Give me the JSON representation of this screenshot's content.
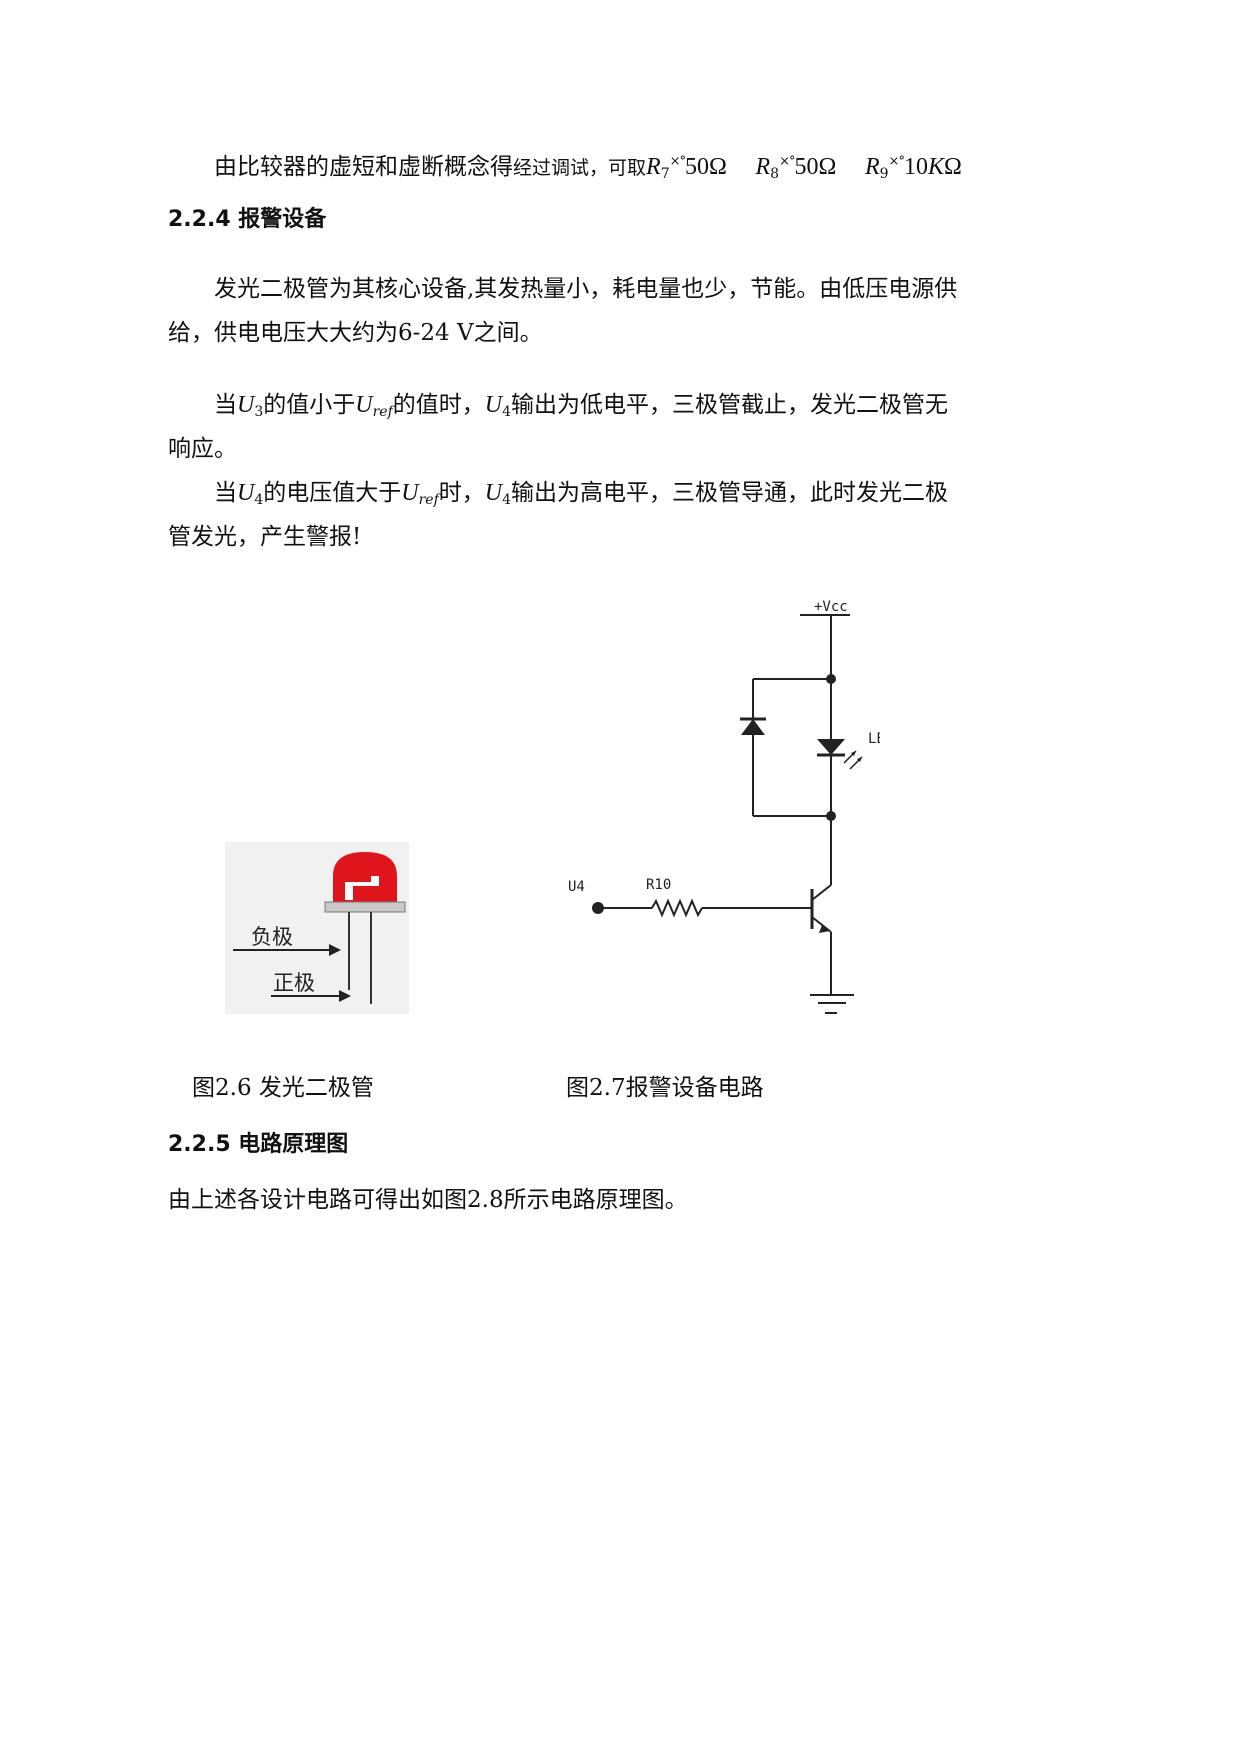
{
  "para1": {
    "text": "由比较器的虚短和虚断概念得",
    "text_small": "经过调试，可取",
    "r7": {
      "sym": "R",
      "sub": "7",
      "approx": "×°",
      "val": "50Ω"
    },
    "r8": {
      "sym": "R",
      "sub": "8",
      "approx": "×°",
      "val": "50Ω"
    },
    "r9": {
      "sym": "R",
      "sub": "9",
      "approx": "×°",
      "val_num": "10",
      "val_k": "K",
      "val_unit": "Ω"
    }
  },
  "section_224": {
    "title": "2.2.4 报警设备"
  },
  "para2": {
    "line1": "发光二极管为其核心设备,其发热量小，耗电量也少，节能。由低压电源供",
    "line2": "给，供电电压大大约为6-24 V之间。"
  },
  "para3": {
    "pre": "当",
    "u3": {
      "sym": "U",
      "sub": "3"
    },
    "mid1": "的值小于",
    "uref": {
      "sym": "U",
      "sub": "ref"
    },
    "mid2": "的值时，",
    "u4": {
      "sym": "U",
      "sub": "4"
    },
    "rest": "输出为低电平，三极管截止，发光二极管无",
    "line2": "响应。"
  },
  "para4": {
    "pre": "当",
    "u4a": {
      "sym": "U",
      "sub": "4"
    },
    "mid1": "的电压值大于",
    "uref": {
      "sym": "U",
      "sub": "ref"
    },
    "mid2": "时，",
    "u4b": {
      "sym": "U",
      "sub": "4"
    },
    "rest": "输出为高电平，三极管导通，此时发光二极",
    "line2": "管发光，产生警报!"
  },
  "figure_26": {
    "cathode_label": "负极",
    "anode_label": "正极",
    "caption": "图2.6 发光二极管"
  },
  "figure_27": {
    "vcc_label": "+Vcc",
    "led_label": "LED",
    "input_label": "U4",
    "resistor_label": "R10",
    "caption": "图2.7报警设备电路"
  },
  "section_225": {
    "title": "2.2.5 电路原理图"
  },
  "para5": {
    "text": "由上述各设计电路可得出如图2.8所示电路原理图。"
  }
}
